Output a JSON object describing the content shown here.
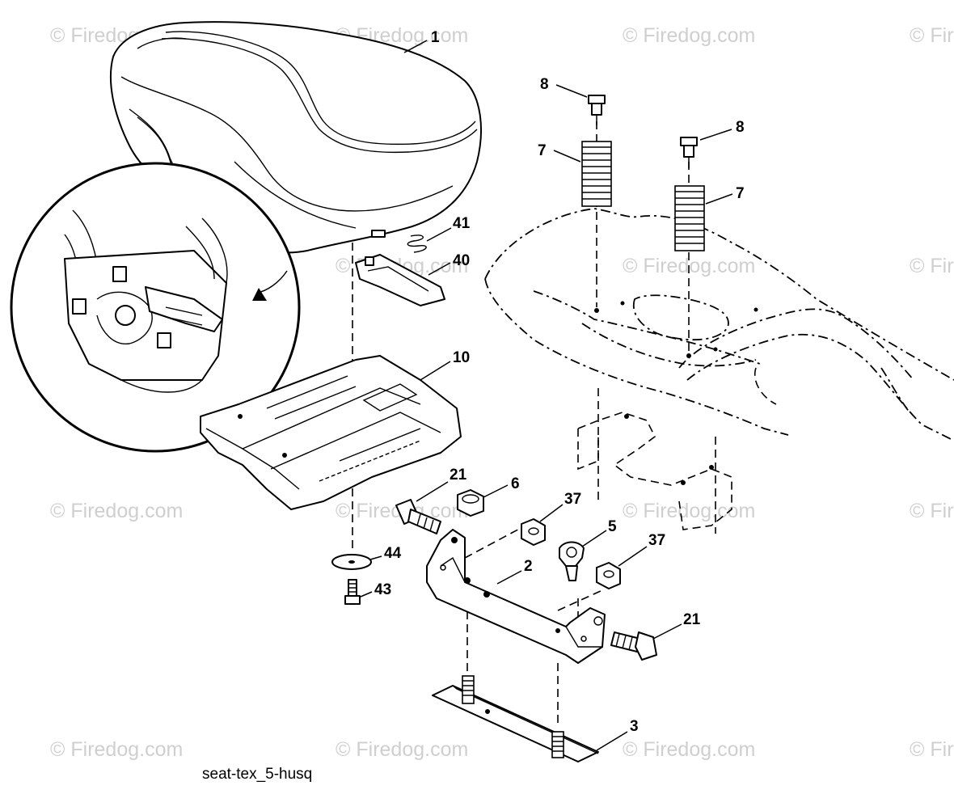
{
  "watermark": "© Firedog.com",
  "caption": "seat-tex_5-husq",
  "callouts": {
    "seat": "1",
    "bracket": "2",
    "base_plate": "3",
    "clip": "5",
    "nut_6": "6",
    "spring_left": "7",
    "spring_right": "7",
    "bolt_left": "8",
    "bolt_right": "8",
    "seat_pan": "10",
    "switch_plate": "40",
    "small_spring": "41",
    "screw": "43",
    "washer": "44",
    "nut_37_top": "37",
    "nut_37_right": "37",
    "bolt_21_left": "21",
    "bolt_21_right": "21"
  }
}
